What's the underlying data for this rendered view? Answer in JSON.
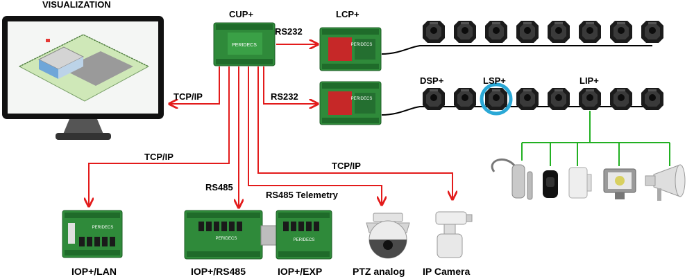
{
  "labels": {
    "visualization": "VISUALIZATION",
    "cup": "CUP+",
    "lcp": "LCP+",
    "rs232_top": "RS232",
    "rs232_bottom": "RS232",
    "tcpip_monitor": "TCP/IP",
    "tcpip_lan": "TCP/IP",
    "tcpip_camera": "TCP/IP",
    "rs485": "RS485",
    "rs485_telemetry": "RS485 Telemetry",
    "dsp": "DSP+",
    "lsp": "LSP+",
    "lip": "LIP+",
    "iop_lan": "IOP+/LAN",
    "iop_rs485": "IOP+/RS485",
    "iop_exp": "IOP+/EXP",
    "ptz_analog": "PTZ analog",
    "ip_camera": "IP Camera"
  },
  "board_brand": "PERIDECS",
  "colors": {
    "connection_line": "#e31b1b",
    "sensor_bus": "#000000",
    "device_bus": "#22b022",
    "highlight_ring": "#2aa8d6",
    "board_green": "#2f8a3a",
    "board_red": "#c62828"
  }
}
